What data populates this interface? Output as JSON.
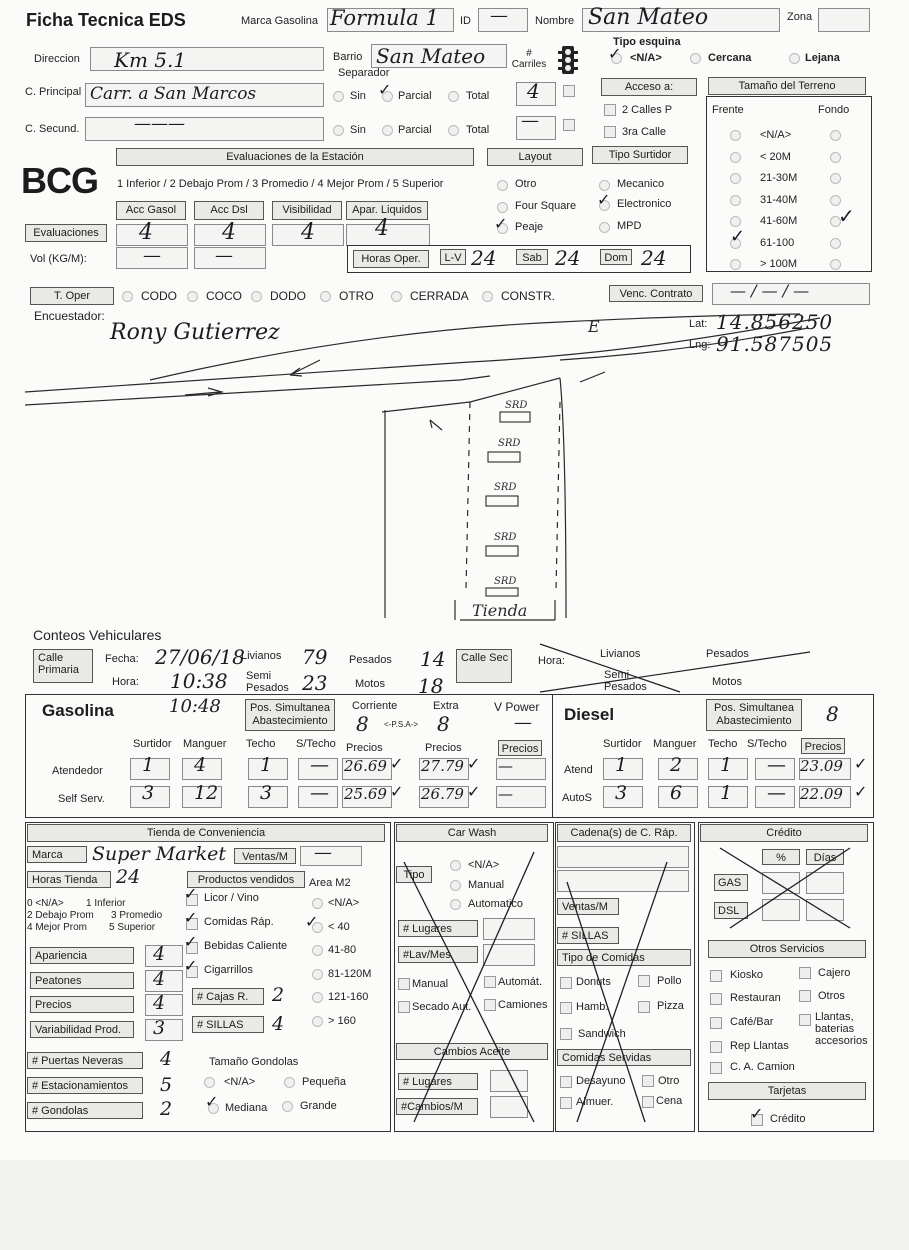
{
  "header": {
    "title": "Ficha Tecnica EDS",
    "marca_label": "Marca Gasolina",
    "marca_value": "Formula 1",
    "id_label": "ID",
    "id_value": "—",
    "nombre_label": "Nombre",
    "nombre_value": "San Mateo",
    "zona_label": "Zona"
  },
  "location": {
    "direccion_label": "Direccion",
    "direccion_value": "Km 5.1",
    "barrio_label": "Barrio",
    "barrio_value": "San Mateo",
    "carriles_label": "# Carriles",
    "separador_label": "Separador",
    "sin": "Sin",
    "parcial": "Parcial",
    "total": "Total",
    "principal_label": "C. Principal",
    "principal_value": "Carr. a San Marcos",
    "principal_carriles": "4",
    "secundaria_label": "C. Secund.",
    "secundaria_value": "———",
    "secundaria_carriles": "—",
    "tipo_esquina_label": "Tipo esquina",
    "esquina_na": "<N/A>",
    "esquina_cercana": "Cercana",
    "esquina_lejana": "Lejana",
    "acceso_label": "Acceso a:",
    "acceso_2calles": "2 Calles P",
    "acceso_3ra": "3ra Calle"
  },
  "terreno": {
    "title": "Tamaño del Terreno",
    "frente": "Frente",
    "fondo": "Fondo",
    "options": [
      "<N/A>",
      "< 20M",
      "21-30M",
      "31-40M",
      "41-60M",
      "61-100",
      "> 100M"
    ]
  },
  "evaluaciones": {
    "logo": "BCG",
    "title": "Evaluaciones de la Estación",
    "scale": "1 Inferior / 2 Debajo Prom / 3 Promedio / 4 Mejor Prom / 5 Superior",
    "cols": [
      "Acc Gasol",
      "Acc Dsl",
      "Visibilidad",
      "Apar. Liquidos"
    ],
    "row_label": "Evaluaciones",
    "values": [
      "4",
      "4",
      "4",
      "4"
    ],
    "vol_label": "Vol (KG/M):",
    "vol_values": [
      "—",
      "—"
    ]
  },
  "layout": {
    "title": "Layout",
    "options": [
      "Otro",
      "Four Square",
      "Peaje"
    ],
    "tipo_surtidor_title": "Tipo Surtidor",
    "surtidor_options": [
      "Mecanico",
      "Electronico",
      "MPD"
    ]
  },
  "horas": {
    "label": "Horas Oper.",
    "lv_label": "L-V",
    "lv": "24",
    "sab_label": "Sab",
    "sab": "24",
    "dom_label": "Dom",
    "dom": "24"
  },
  "toper": {
    "label": "T. Oper",
    "options": [
      "CODO",
      "COCO",
      "DODO",
      "OTRO",
      "CERRADA",
      "CONSTR."
    ],
    "venc_label": "Venc. Contrato",
    "venc_value": "— / — / —"
  },
  "encuestador": {
    "label": "Encuestador:",
    "value": "Rony Gutierrez",
    "lat_label": "Lat:",
    "lat": "14.856250",
    "lng_label": "Lng:",
    "lng": "91.587505"
  },
  "sketch": {
    "surtidor_label": "SRD",
    "tienda_label": "Tienda",
    "e_label": "E"
  },
  "conteos": {
    "title": "Conteos Vehiculares",
    "calle_primaria": "Calle Primaria",
    "fecha_label": "Fecha:",
    "fecha": "27/06/18",
    "hora_label": "Hora:",
    "hora": "10:38",
    "livianos_label": "Livianos",
    "livianos": "79",
    "pesados_label": "Pesados",
    "pesados": "14",
    "semi_label": "Semi Pesados",
    "semi": "23",
    "motos_label": "Motos",
    "motos": "18",
    "calle_sec": "Calle Sec",
    "hora2_label": "Hora:",
    "livianos2_label": "Livianos",
    "pesados2_label": "Pesados",
    "semi2_label": "Semi Pesados",
    "motos2_label": "Motos"
  },
  "gasolina": {
    "title": "Gasolina",
    "time": "10:48",
    "pos_label": "Pos. Simultanea Abastecimiento",
    "corriente_label": "Corriente",
    "corriente": "8",
    "psa_label": "<-P.S.A->",
    "extra_label": "Extra",
    "extra": "8",
    "vpower_label": "V Power",
    "vpower": "—",
    "headers": [
      "Surtidor",
      "Manguer",
      "Techo",
      "S/Techo"
    ],
    "precios_label": "Precios",
    "atendedor_label": "Atendedor",
    "atendedor": [
      "1",
      "4",
      "1",
      "—"
    ],
    "atendedor_precios": [
      "26.69",
      "27.79",
      "—"
    ],
    "self_label": "Self Serv.",
    "self": [
      "3",
      "12",
      "3",
      "—"
    ],
    "self_precios": [
      "25.69",
      "26.79",
      "—"
    ]
  },
  "diesel": {
    "title": "Diesel",
    "pos_label": "Pos. Simultanea Abastecimiento",
    "pos_value": "8",
    "headers": [
      "Surtidor",
      "Manguer",
      "Techo",
      "S/Techo"
    ],
    "precios_label": "Precios",
    "atend_label": "Atend",
    "atend": [
      "1",
      "2",
      "1",
      "—"
    ],
    "atend_precio": "23.09",
    "autos_label": "AutoS",
    "autos": [
      "3",
      "6",
      "1",
      "—"
    ],
    "autos_precio": "22.09"
  },
  "tienda": {
    "title": "Tienda de Conveniencia",
    "marca_label": "Marca",
    "marca": "Super Market",
    "ventas_label": "Ventas/M",
    "ventas": "—",
    "horas_label": "Horas Tienda",
    "horas": "24",
    "scale": [
      "0 <N/A>",
      "1 Inferior",
      "2 Debajo Prom",
      "3 Promedio",
      "4 Mejor Prom",
      "5 Superior"
    ],
    "ratings": [
      {
        "label": "Apariencia",
        "value": "4"
      },
      {
        "label": "Peatones",
        "value": "4"
      },
      {
        "label": "Precios",
        "value": "4"
      },
      {
        "label": "Variabilidad Prod.",
        "value": "3"
      }
    ],
    "productos_label": "Productos vendidos",
    "productos": [
      "Licor / Vino",
      "Comidas Ráp.",
      "Bebidas Caliente",
      "Cigarrillos"
    ],
    "area_label": "Area M2",
    "area_options": [
      "<N/A>",
      "< 40",
      "41-80",
      "81-120M",
      "121-160",
      "> 160"
    ],
    "cajas_label": "# Cajas R.",
    "cajas": "2",
    "sillas_label": "# SILLAS",
    "sillas": "4",
    "puertas_label": "# Puertas Neveras",
    "puertas": "4",
    "estacion_label": "# Estacionamientos",
    "estacion": "5",
    "gondolas_label": "# Gondolas",
    "gondolas": "2",
    "tam_gondolas_label": "Tamaño Gondolas",
    "tam_options": [
      "<N/A>",
      "Pequeña",
      "Mediana",
      "Grande"
    ]
  },
  "carwash": {
    "title": "Car Wash",
    "tipo_label": "Tipo",
    "tipo_options": [
      "<N/A>",
      "Manual",
      "Automatico"
    ],
    "lugares_label": "# Lugares",
    "lav_label": "#Lav/Mes",
    "checks": [
      "Manual",
      "Automát.",
      "Secado Aut.",
      "Camiones"
    ],
    "cambios_title": "Cambios Aceite",
    "cambios_lugares": "# Lugares",
    "cambios_mes": "#Cambios/M"
  },
  "cadena": {
    "title": "Cadena(s) de C. Ráp.",
    "ventas_label": "Ventas/M",
    "sillas_label": "# SILLAS",
    "tipo_title": "Tipo de Comidas",
    "tipos": [
      "Donuts",
      "Pollo",
      "Hamb.",
      "Pizza",
      "Sandwich"
    ],
    "servidas_title": "Comidas Servidas",
    "servidas": [
      "Desayuno",
      "Otro",
      "Almuer.",
      "Cena"
    ]
  },
  "credito": {
    "title": "Crédito",
    "pct": "%",
    "dias": "Días",
    "gas": "GAS",
    "dsl": "DSL",
    "otros_title": "Otros Servicios",
    "otros": [
      "Kiosko",
      "Cajero",
      "Restauran",
      "Otros",
      "Café/Bar",
      "Llantas, baterias accesorios",
      "Rep Llantas",
      "C. A. Camion"
    ],
    "tarjetas_title": "Tarjetas",
    "tarjeta_credito": "Crédito"
  }
}
